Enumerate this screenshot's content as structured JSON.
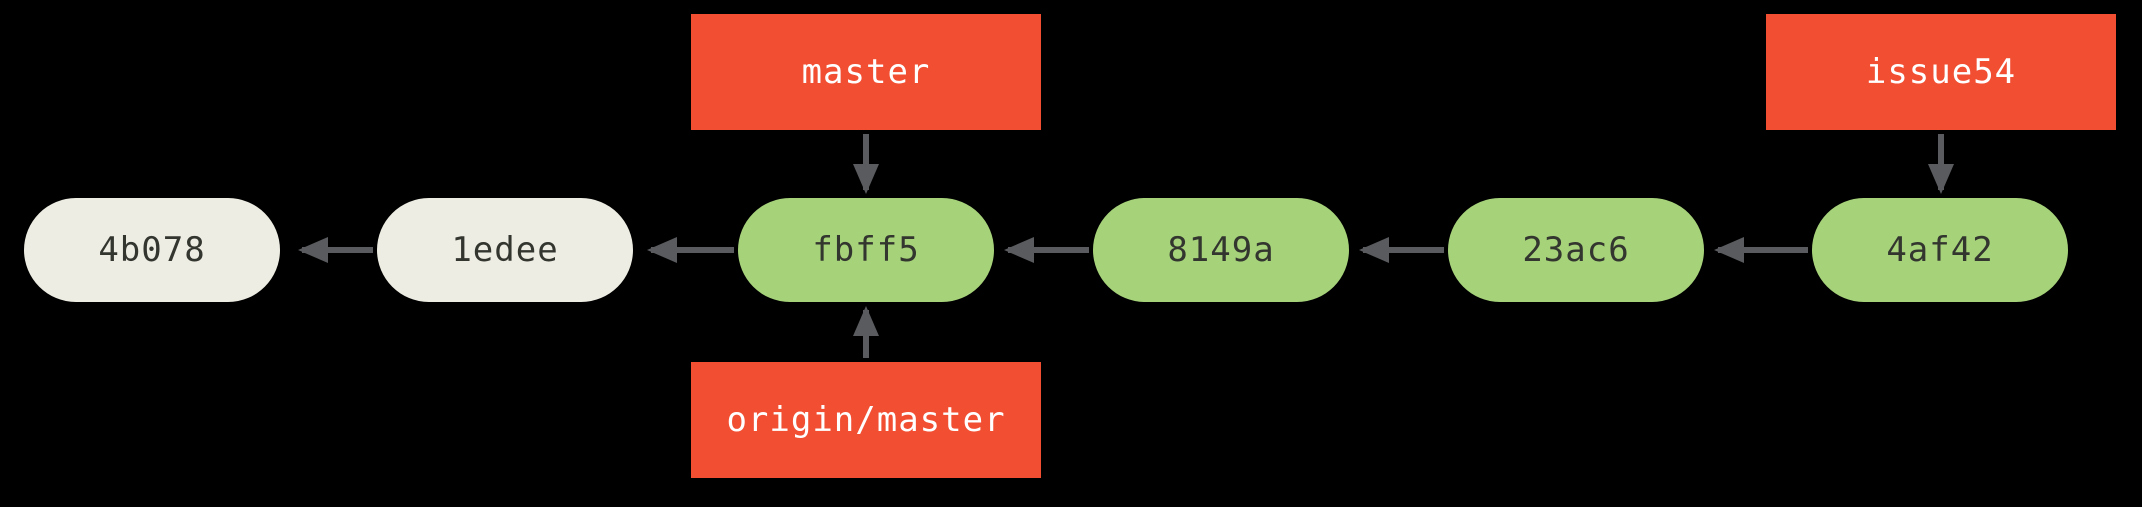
{
  "diagram": {
    "description": "git commit history graph with branch pointers",
    "commits": [
      {
        "id": "4b078",
        "style": "gray"
      },
      {
        "id": "1edee",
        "style": "gray"
      },
      {
        "id": "fbff5",
        "style": "green"
      },
      {
        "id": "8149a",
        "style": "green"
      },
      {
        "id": "23ac6",
        "style": "green"
      },
      {
        "id": "4af42",
        "style": "green"
      }
    ],
    "branches": [
      {
        "label": "master",
        "points_to": "fbff5",
        "position": "above"
      },
      {
        "label": "origin/master",
        "points_to": "fbff5",
        "position": "below"
      },
      {
        "label": "issue54",
        "points_to": "4af42",
        "position": "above"
      }
    ],
    "edges": [
      {
        "from": "1edee",
        "to": "4b078"
      },
      {
        "from": "fbff5",
        "to": "1edee"
      },
      {
        "from": "8149a",
        "to": "fbff5"
      },
      {
        "from": "23ac6",
        "to": "8149a"
      },
      {
        "from": "4af42",
        "to": "23ac6"
      }
    ],
    "colors": {
      "background": "#000000",
      "branch_bg": "#f14e32",
      "branch_text": "#ffffff",
      "commit_green": "#a6d37a",
      "commit_gray": "#eeede3",
      "commit_text": "#33352f",
      "arrow": "#595b5e"
    }
  }
}
